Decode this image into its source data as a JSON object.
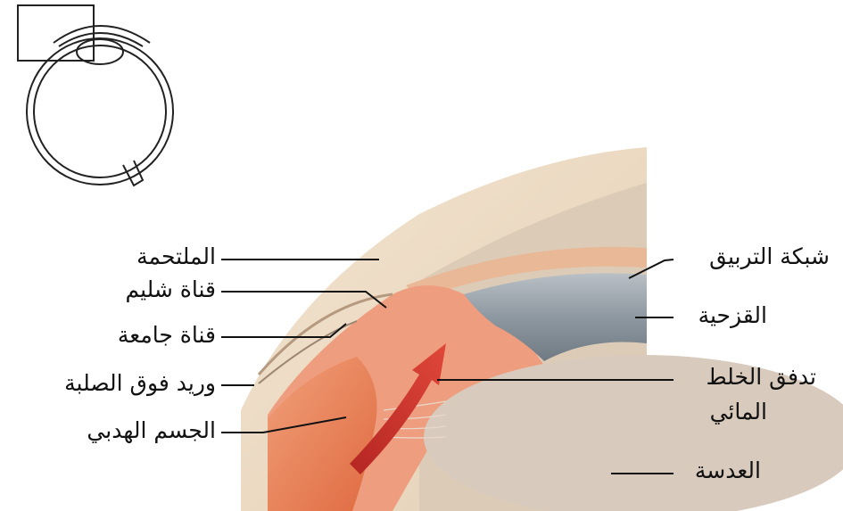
{
  "labels": {
    "conjunctiva": "الملتحمة",
    "schlemm": "قناة شليم",
    "collector": "قناة جامعة",
    "episcleral": "وريد فوق الصلبة",
    "ciliary": "الجسم الهدبي",
    "trabecular": "شبكة التربيق",
    "iris": "القزحية",
    "flow_line1": "تدفق الخلط",
    "flow_line2": "المائي",
    "lens": "العدسة"
  },
  "colors": {
    "cornea": "#ecd9c2",
    "sclera": "#e2d2bf",
    "iris": "#8f9aa2",
    "lens": "#d6c8bb",
    "ciliary": "#eda283",
    "muscle": "#e9835c",
    "arrow": "#c8322a"
  }
}
